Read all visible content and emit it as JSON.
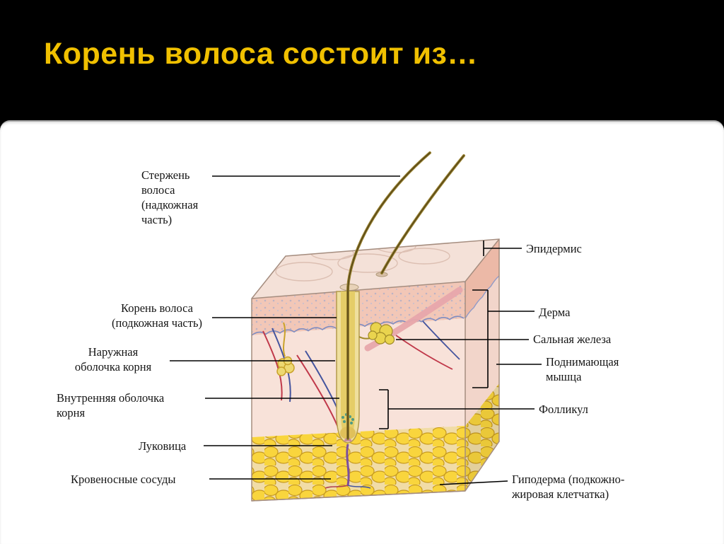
{
  "slide": {
    "title": "Корень волоса состоит из…"
  },
  "diagram": {
    "left_labels": [
      {
        "id": "hair-shaft",
        "text": "Стержень\nволоса\n(надкожная\nчасть)"
      },
      {
        "id": "hair-root",
        "text": "Корень волоса\n(подкожная часть)"
      },
      {
        "id": "outer-root-sheath",
        "text": "Наружная\nоболочка корня"
      },
      {
        "id": "inner-root-sheath",
        "text": "Внутренняя  оболочка\nкорня"
      },
      {
        "id": "bulb",
        "text": "Луковица"
      },
      {
        "id": "blood-vessels",
        "text": "Кровеносные сосуды"
      }
    ],
    "right_labels": [
      {
        "id": "epidermis",
        "text": "Эпидермис"
      },
      {
        "id": "dermis",
        "text": "Дерма"
      },
      {
        "id": "sebaceous-gland",
        "text": "Сальная железа"
      },
      {
        "id": "arrector-muscle",
        "text": "Поднимающая\nмышца"
      },
      {
        "id": "follicle",
        "text": "Фолликул"
      },
      {
        "id": "hypodermis",
        "text": "Гиподерма (подкожно-\nжировая клетчатка)"
      }
    ]
  },
  "colors": {
    "background": "#000000",
    "title_text": "#F0C000",
    "panel": "#FFFFFF",
    "label_text": "#151515",
    "fat_yellow": "#F9D53D",
    "skin_pink": "#F8E2D9",
    "epidermis_pink": "#F2C7B7"
  }
}
